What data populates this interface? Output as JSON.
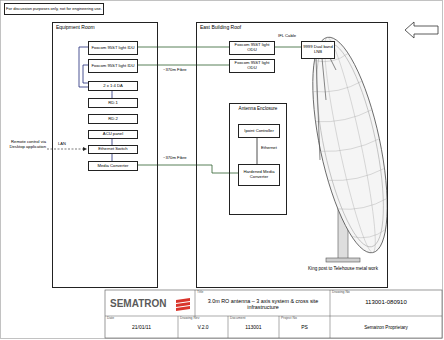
{
  "diagram": {
    "nodes": [
      {
        "text": [
          "For discussion purposes only, not for engineering use."
        ]
      },
      {
        "text": [
          "Equipment Room"
        ]
      },
      {
        "text": [
          "Foxcom 95ST light IDU"
        ],
        "in": 1
      },
      {
        "text": [
          "Foxcom 95ST light IDU"
        ],
        "in": 1
      },
      {
        "text": [
          "2 x 1:4 DA"
        ],
        "in": 1
      },
      {
        "text": [
          "RD.1"
        ],
        "in": 1
      },
      {
        "text": [
          "RD.2"
        ],
        "in": 1
      },
      {
        "text": [
          "ACU panel"
        ],
        "in": 1
      },
      {
        "text": [
          "Ethernet Switch"
        ],
        "in": 1
      },
      {
        "text": [
          "Media Converter"
        ],
        "in": 1
      },
      {
        "text": [
          "East Building Roof"
        ]
      },
      {
        "text": [
          "Foxcom 95ST light ODU"
        ],
        "in": 10
      },
      {
        "text": [
          "Foxcom 95ST light ODU"
        ],
        "in": 10
      },
      {
        "text": [
          "9999 Dual band LNB"
        ],
        "in": 10
      },
      {
        "text": [
          "Antenna Enclosure"
        ],
        "in": 10
      },
      {
        "text": [
          "Ipoint Controller"
        ],
        "in": 14
      },
      {
        "text": [
          "Hardened Media Converter"
        ],
        "in": 14
      }
    ],
    "edges": [
      {
        "from": 2,
        "to": 11,
        "arrow": "none"
      },
      {
        "from": 3,
        "to": 12,
        "label": "~370m Fibre",
        "arrow": "none"
      },
      {
        "from": 9,
        "to": 16,
        "label": "~370m Fibre",
        "arrow": "none"
      },
      {
        "from": 11,
        "to": 13,
        "label": "IFL Cable",
        "arrow": "none"
      },
      {
        "from": 15,
        "to": 16,
        "label": "Ethernet",
        "arrow": "none"
      },
      {
        "from": 2,
        "to": 4,
        "arrow": "none"
      },
      {
        "from": 3,
        "to": 4,
        "arrow": "none"
      },
      {
        "from": 4,
        "to": 5,
        "arrow": "none"
      },
      {
        "from": 7,
        "to": 8,
        "arrow": "none"
      },
      {
        "from": 8,
        "to": 9,
        "arrow": "none"
      }
    ],
    "labels": [
      "Remote control via Desktop application",
      "LAN",
      "King post to Telehouse metal work",
      "SEMATRON",
      "Title",
      "3.0m RO antenna – 3 axis system & cross site infrastructure",
      "Drawing No",
      "113001-080910",
      "Date",
      "21/01/11",
      "Drawing Rev",
      "V.2.0",
      "Document",
      "113001",
      "Project No",
      "PS",
      "Sematron Proprietary"
    ]
  }
}
